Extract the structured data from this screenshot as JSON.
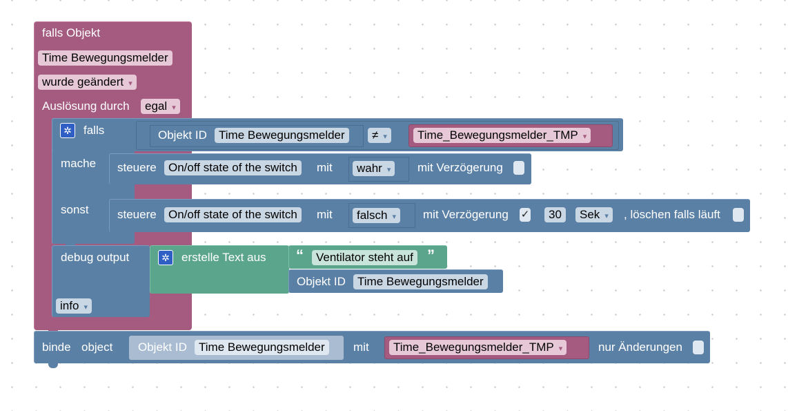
{
  "trigger": {
    "title": "falls Objekt",
    "object_name": "Time Bewegungsmelder",
    "condition": "wurde geändert",
    "trigger_label": "Auslösung durch",
    "trigger_value": "egal"
  },
  "if_block": {
    "if_label": "falls",
    "compare_left_label": "Objekt ID",
    "compare_left_value": "Time Bewegungsmelder",
    "operator": "≠",
    "compare_right": "Time_Bewegungsmelder_TMP",
    "do_label": "mache",
    "else_label": "sonst"
  },
  "do_action": {
    "control_label": "steuere",
    "state": "On/off state of the switch",
    "with_label": "mit",
    "value": "wahr",
    "delay_label": "mit Verzögerung"
  },
  "else_action": {
    "control_label": "steuere",
    "state": "On/off state of the switch",
    "with_label": "mit",
    "value": "falsch",
    "delay_label": "mit Verzögerung",
    "delay_checked": "✓",
    "delay_amount": "30",
    "delay_unit": "Sek",
    "clear_label": ", löschen falls läuft"
  },
  "debug": {
    "label": "debug output",
    "create_text_label": "erstelle Text aus",
    "quote_open": "“",
    "text_value": "Ventilator steht auf",
    "quote_close": "”",
    "object_label": "Objekt ID",
    "object_value": "Time Bewegungsmelder",
    "level": "info"
  },
  "bind": {
    "bind_label": "binde",
    "object_label": "object",
    "id_label": "Objekt ID",
    "id_value": "Time Bewegungsmelder",
    "with_label": "mit",
    "target": "Time_Bewegungsmelder_TMP",
    "only_changes_label": "nur Änderungen"
  },
  "colors": {
    "trigger": "#a55b80",
    "control": "#5b80a5",
    "text": "#5ba58c"
  },
  "icons": {
    "settings": "gear-icon",
    "dropdown": "dropdown-arrow-icon"
  }
}
